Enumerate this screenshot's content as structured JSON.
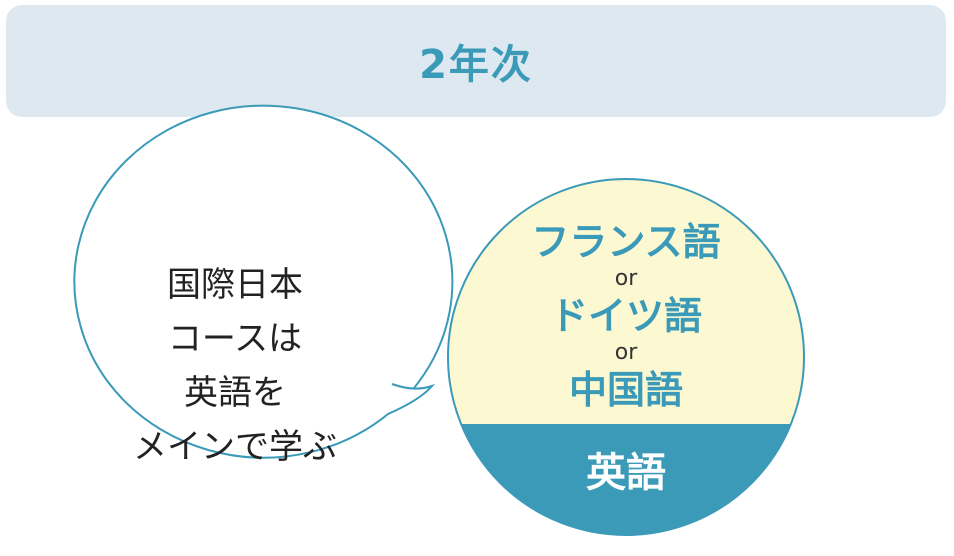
{
  "header": {
    "title": "2年次"
  },
  "bubble": {
    "lines": [
      "国際日本",
      "コースは",
      "英語を",
      "メインで学ぶ"
    ]
  },
  "circle": {
    "options": [
      "フランス語",
      "ドイツ語",
      "中国語"
    ],
    "connector": "or",
    "main_language": "英語"
  },
  "colors": {
    "accent": "#3a9ab8",
    "header_bg": "#dde8f0",
    "circle_top_fill": "#fbf8d2",
    "circle_bottom_fill": "#3a9ab8",
    "outline": "#3a9ab8"
  }
}
